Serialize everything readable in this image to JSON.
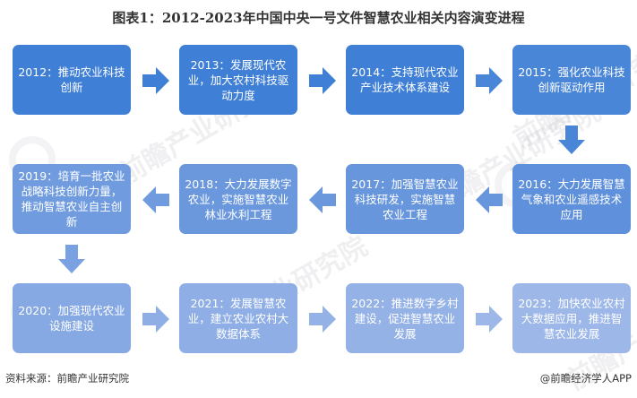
{
  "title": "图表1：2012-2023年中国中央一号文件智慧农业相关内容演变进程",
  "colors": {
    "row1_box": "#3f7fd6",
    "row2_box": "#6b98dd",
    "row3_box": "#98b4e6",
    "row1_arrow": "#3f7fd6",
    "row2_arrow": "#6b98dd",
    "row3_arrow": "#98b4e6",
    "down1_arrow": "#4a86d8",
    "down2_arrow": "#7aa2e2"
  },
  "steps": [
    {
      "year": "2012",
      "text": "2012：推动农业科技创新"
    },
    {
      "year": "2013",
      "text": "2013：发展现代农业，加大农村科技驱动力度"
    },
    {
      "year": "2014",
      "text": "2014：支持现代农业产业技术体系建设"
    },
    {
      "year": "2015",
      "text": "2015：强化农业科技创新驱动作用"
    },
    {
      "year": "2016",
      "text": "2016：大力发展智慧气象和农业遥感技术应用"
    },
    {
      "year": "2017",
      "text": "2017：加强智慧农业科技研发，实施智慧农业工程"
    },
    {
      "year": "2018",
      "text": "2018：大力发展数字农业，实施智慧农业林业水利工程"
    },
    {
      "year": "2019",
      "text": "2019：培育一批农业战略科技创新力量，推动智慧农业自主创新"
    },
    {
      "year": "2020",
      "text": "2020：加强现代农业设施建设"
    },
    {
      "year": "2021",
      "text": "2021：发展智慧农业，建立农业农村大数据体系"
    },
    {
      "year": "2022",
      "text": "2022：推进数字乡村建设，促进智慧农业发展"
    },
    {
      "year": "2023",
      "text": "2023：加快农业农村大数据应用，推进智慧农业发展"
    }
  ],
  "watermark": "前瞻产业研究院",
  "footer": {
    "source": "资料来源：前瞻产业研究院",
    "credit": "@前瞻经济学人APP"
  }
}
